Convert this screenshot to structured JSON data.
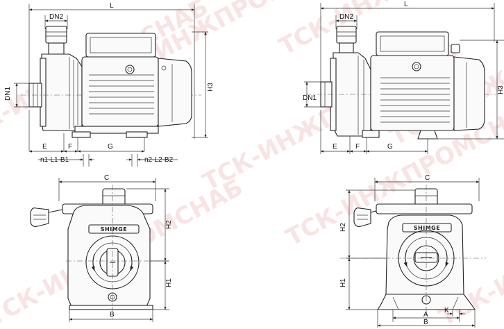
{
  "watermark": {
    "text": "ТСК-ИНЖПРОМСНАБ",
    "fragments": [
      "ТСК-ИНЖПРОМСНАБ",
      "ТСК-ИНЖПРОМСНАБ",
      "ТСК-ИНЖПРОМСНАБ",
      "ТСК-ИНЖПРОМСНАБ",
      "ТСК-ИНЖПРОМСНАБ",
      "ТСК-ИНЖПРОМСНАБ",
      "ТСК-ИНЖПРОМСНАБ",
      "ТСК-ИНЖПРОМСНАБ"
    ],
    "color": "#f4cfcf"
  },
  "views": {
    "side_left": {
      "L": "L",
      "DN2": "DN2",
      "DN1": "DN1",
      "H3": "H3",
      "E": "E",
      "F": "F",
      "G": "G",
      "n1": "n1-L1-B1",
      "n2": "n2-L2-B2"
    },
    "side_right": {
      "L": "L",
      "DN2": "DN2",
      "DN1": "DN1",
      "H3": "H3",
      "E": "E",
      "F": "F",
      "G": "G"
    },
    "front_left": {
      "C": "C",
      "H2": "H2",
      "H1": "H1",
      "B": "B",
      "brand": "SHIMGE"
    },
    "front_right": {
      "C": "C",
      "H2": "H2",
      "H1": "H1",
      "A": "A",
      "B": "B",
      "K": "K",
      "brand": "SHIMGE"
    }
  }
}
